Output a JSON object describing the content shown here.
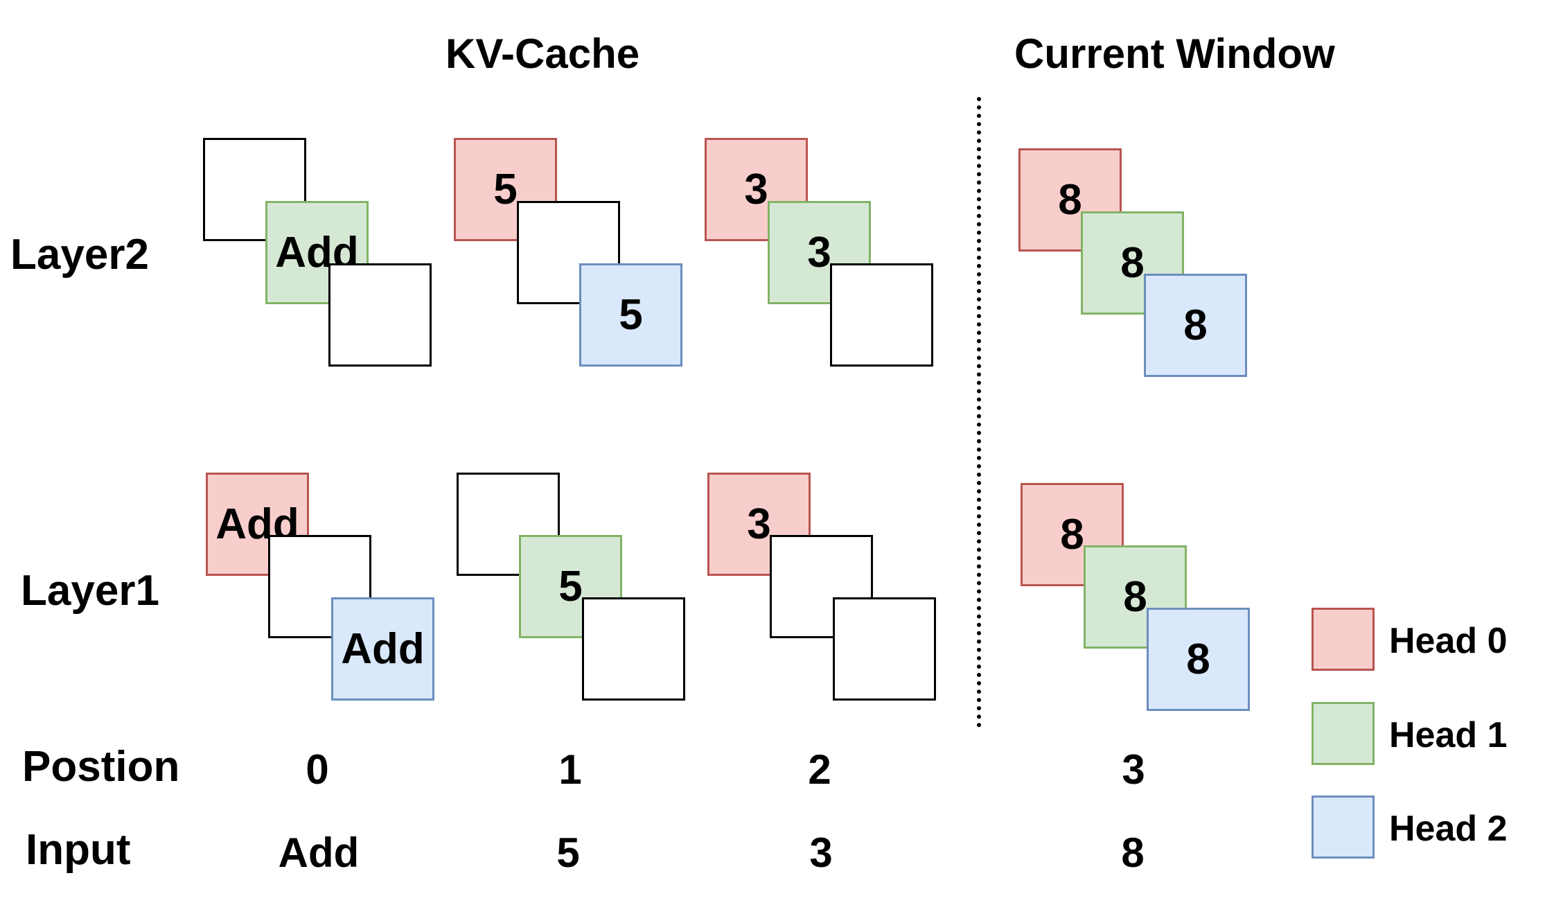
{
  "titles": {
    "kv_cache": "KV-Cache",
    "current_window": "Current Window"
  },
  "row_labels": {
    "layer2": "Layer2",
    "layer1": "Layer1",
    "position": "Postion",
    "input": "Input"
  },
  "positions": [
    "0",
    "1",
    "2",
    "3"
  ],
  "inputs": [
    "Add",
    "5",
    "3",
    "8"
  ],
  "layer2": {
    "pos0": {
      "head0": "",
      "head1": "Add",
      "head2": ""
    },
    "pos1": {
      "head0": "5",
      "head1": "",
      "head2": "5"
    },
    "pos2": {
      "head0": "3",
      "head1": "3",
      "head2": ""
    },
    "pos3": {
      "head0": "8",
      "head1": "8",
      "head2": "8"
    }
  },
  "layer1": {
    "pos0": {
      "head0": "Add",
      "head1": "",
      "head2": "Add"
    },
    "pos1": {
      "head0": "",
      "head1": "5",
      "head2": ""
    },
    "pos2": {
      "head0": "3",
      "head1": "",
      "head2": ""
    },
    "pos3": {
      "head0": "8",
      "head1": "8",
      "head2": "8"
    }
  },
  "legend": [
    {
      "label": "Head 0",
      "fill": "#f8cecc",
      "stroke": "#b85450"
    },
    {
      "label": "Head 1",
      "fill": "#d5e8d4",
      "stroke": "#82b366"
    },
    {
      "label": "Head 2",
      "fill": "#dae8fc",
      "stroke": "#6c8ebf"
    }
  ],
  "colors": {
    "head0_fill": "#f8cecc",
    "head0_stroke": "#b85450",
    "head1_fill": "#d5e8d4",
    "head1_stroke": "#82b366",
    "head2_fill": "#dae8fc",
    "head2_stroke": "#6c8ebf",
    "empty_fill": "#ffffff",
    "empty_stroke": "#000000"
  }
}
